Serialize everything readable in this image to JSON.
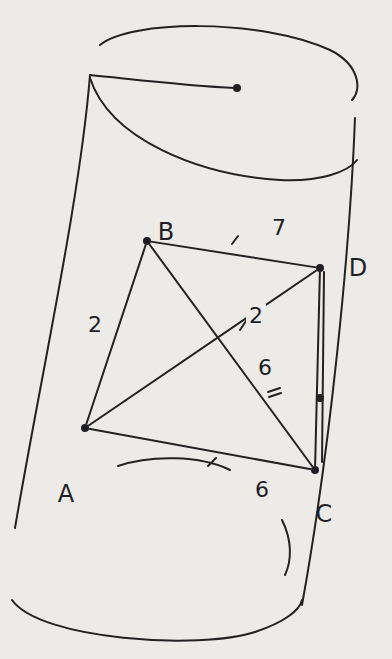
{
  "diagram": {
    "nodes": [
      {
        "text": [
          "B"
        ]
      },
      {
        "text": [
          "D"
        ]
      },
      {
        "text": [
          "A"
        ]
      },
      {
        "text": [
          "C"
        ]
      }
    ],
    "edges": [
      {
        "from": 2,
        "to": 0,
        "arrow": "none",
        "label": "2"
      },
      {
        "from": 0,
        "to": 1,
        "arrow": "none",
        "label": "7"
      },
      {
        "from": 2,
        "to": 1,
        "arrow": "none"
      },
      {
        "from": 0,
        "to": 3,
        "arrow": "none",
        "label": "6"
      },
      {
        "from": 1,
        "to": 3,
        "arrow": "none"
      },
      {
        "from": 2,
        "to": 3,
        "arrow": "none",
        "label": "6"
      }
    ],
    "labels": [
      "2"
    ]
  }
}
